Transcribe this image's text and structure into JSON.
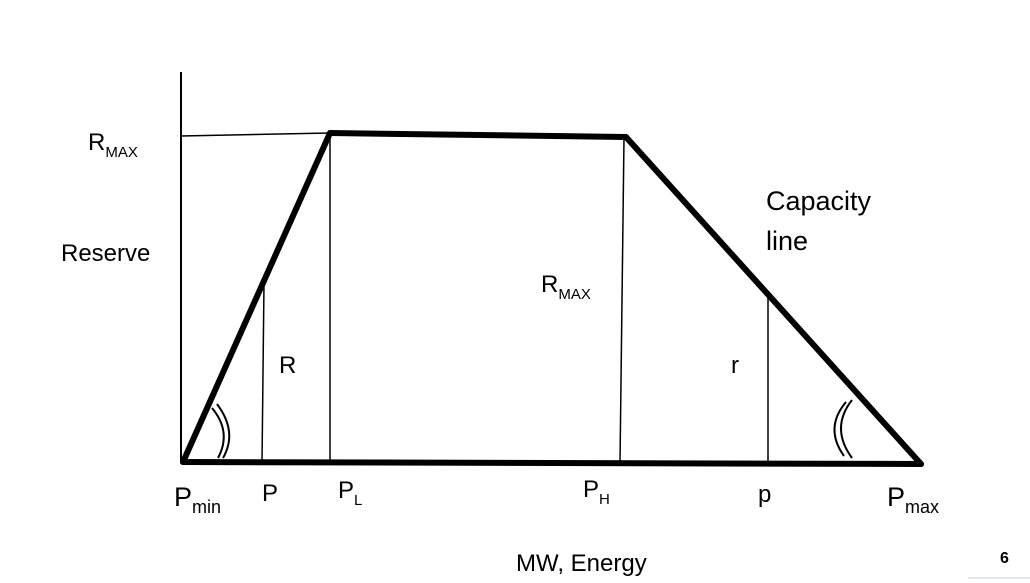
{
  "labels": {
    "r_max_axis": {
      "main": "R",
      "sub": "MAX"
    },
    "reserve": "Reserve",
    "r_max_center": {
      "main": "R",
      "sub": "MAX"
    },
    "capacity_line_1": "Capacity",
    "capacity_line_2": "line",
    "r_upper": "R",
    "r_lower": "r",
    "p_min": {
      "main": "P",
      "sub": "min"
    },
    "p_upper": "P",
    "p_l": {
      "main": "P",
      "sub": "L"
    },
    "p_h": {
      "main": "P",
      "sub": "H"
    },
    "p_lower": "p",
    "p_max": {
      "main": "P",
      "sub": "max"
    },
    "x_axis_title": "MW, Energy"
  },
  "page_number": "6",
  "colors": {
    "ink": "#000000",
    "page_number": "#4a6fa5",
    "footer_rule": "#c9d3df"
  }
}
